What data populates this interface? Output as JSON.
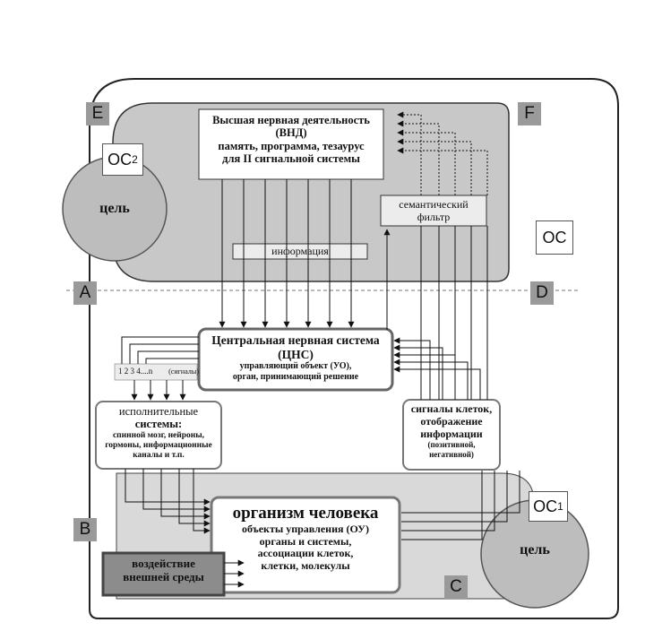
{
  "corners": {
    "e": "E",
    "f": "F",
    "a": "A",
    "d": "D",
    "b": "B",
    "c": "C"
  },
  "oc_boxes": {
    "oc_main": "OC",
    "oc2_base": "OC",
    "oc2_sub": "2",
    "oc1_base": "OC",
    "oc1_sub": "1"
  },
  "goals": {
    "goal_top": "цель",
    "goal_bottom": "цель"
  },
  "vnd": {
    "line1": "Высшая нервная деятельность",
    "line2": "(ВНД)",
    "line3": "память, программа, тезаурус",
    "line4": "для II сигнальной системы"
  },
  "information_label": "информация",
  "semantic_filter": {
    "line1": "семантический",
    "line2": "фильтр"
  },
  "cns": {
    "title1": "Центральная нервная система",
    "title2": "(ЦНС)",
    "sub1": "управляющий объект (УО),",
    "sub2": "орган, принимающий решение"
  },
  "signal_numbers": "1 2 3 4....n",
  "signals_label": "(сигналы)",
  "executive": {
    "title1": "исполнительные",
    "title2": "системы:",
    "line1": "спинной мозг, нейроны,",
    "line2": "гормоны, информационные",
    "line3": "каналы и т.п."
  },
  "cell_signals": {
    "line1": "сигналы клеток,",
    "line2": "отображение",
    "line3": "информации",
    "line4": "(позитивной,",
    "line5": "негативной)"
  },
  "organism": {
    "title": "организм человека",
    "line1": "объекты управления (ОУ)",
    "line2": "органы и  системы,",
    "line3": "ассоциации клеток,",
    "line4": "клетки, молекулы"
  },
  "environment": {
    "line1": "воздействие",
    "line2": "внешней среды"
  }
}
